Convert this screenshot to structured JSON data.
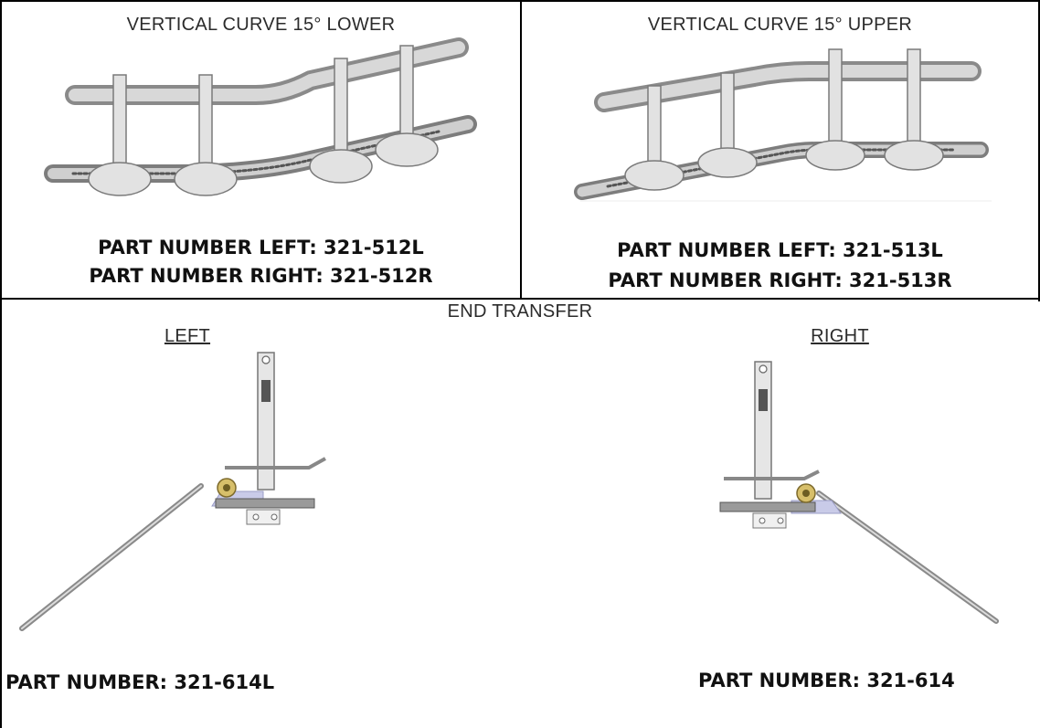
{
  "panels": {
    "lower": {
      "title": "VERTICAL CURVE 15° LOWER",
      "part_left": "PART NUMBER LEFT: 321-512L",
      "part_right": "PART NUMBER RIGHT: 321-512R"
    },
    "upper": {
      "title": "VERTICAL CURVE 15° UPPER",
      "part_left": "PART NUMBER LEFT: 321-513L",
      "part_right": "PART NUMBER RIGHT: 321-513R"
    },
    "end_transfer": {
      "title": "END TRANSFER",
      "left_label": "LEFT",
      "right_label": "RIGHT",
      "left_part": "PART NUMBER: 321-614L",
      "right_part": "PART NUMBER: 321-614"
    }
  }
}
